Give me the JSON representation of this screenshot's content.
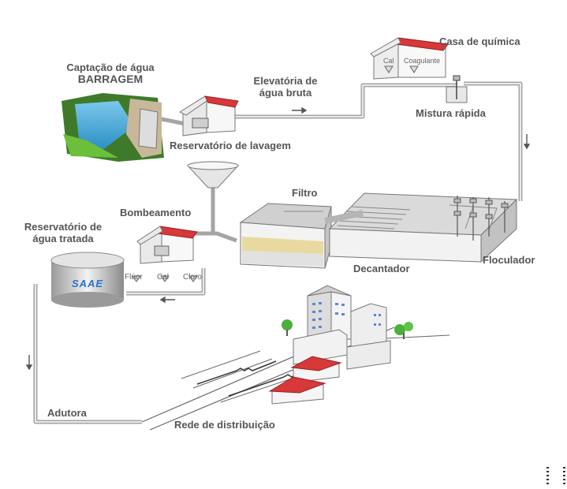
{
  "labels": {
    "captacao": [
      "Captação de água",
      "BARRAGEM"
    ],
    "elevatoria": [
      "Elevatória de",
      "água bruta"
    ],
    "casa_quimica": "Casa de química",
    "cal": "Cal",
    "coagulante": "Coagulante",
    "mistura": "Mistura rápida",
    "reservatorio_lavagem": "Reservatório de lavagem",
    "filtro": "Filtro",
    "bombeamento": "Bombeamento",
    "reservatorio_tratada": [
      "Reservatório de",
      "água tratada"
    ],
    "fluor": "Flúor",
    "cal2": "Cal",
    "cloro": "Cloro",
    "decantador": "Decantador",
    "floculador": "Floculador",
    "adutora": "Adutora",
    "rede": "Rede de distribuição",
    "logo": "SAAE"
  },
  "colors": {
    "label": "#555555",
    "pipe": "#9a9a9a",
    "roof": "#d8383a",
    "water": "#3aa0d0",
    "tank": "#c9c9c9",
    "filter_sand": "#e8d9a0",
    "grass": "#6bbf3a",
    "logo": "#2a72c9"
  }
}
